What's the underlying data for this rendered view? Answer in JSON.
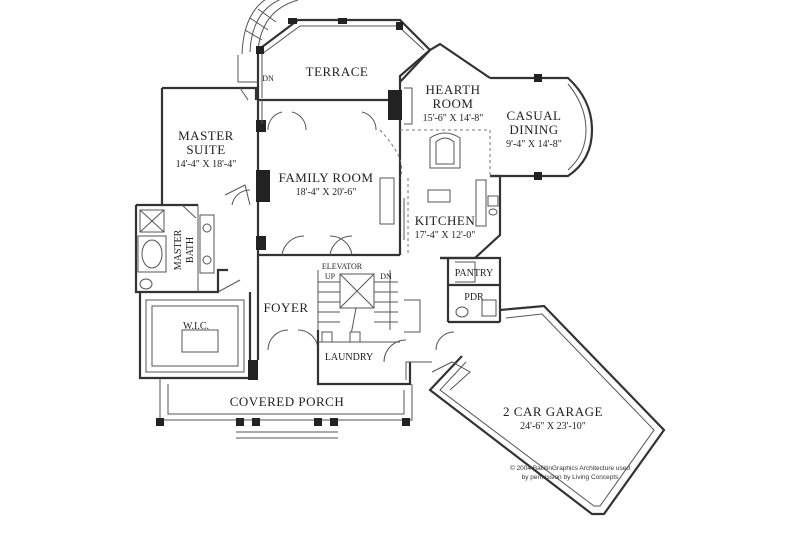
{
  "plan": {
    "rooms": {
      "terrace": {
        "name": "TERRACE"
      },
      "hearth_room": {
        "name_line1": "HEARTH",
        "name_line2": "ROOM",
        "dims": "15'-6\" X 14'-8\""
      },
      "casual_dining": {
        "name_line1": "CASUAL",
        "name_line2": "DINING",
        "dims": "9'-4\" X 14'-8\""
      },
      "master_suite": {
        "name_line1": "MASTER",
        "name_line2": "SUITE",
        "dims": "14'-4\" X 18'-4\""
      },
      "family_room": {
        "name": "FAMILY ROOM",
        "dims": "18'-4\" X 20'-6\""
      },
      "kitchen": {
        "name": "KITCHEN",
        "dims": "17'-4\" X 12'-0\""
      },
      "master_bath": {
        "name_line1": "MASTER",
        "name_line2": "BATH"
      },
      "pantry": {
        "name": "PANTRY"
      },
      "pdr": {
        "name": "PDR"
      },
      "foyer": {
        "name": "FOYER"
      },
      "wic": {
        "name": "W.I.C."
      },
      "laundry": {
        "name": "LAUNDRY"
      },
      "covered_porch": {
        "name": "COVERED PORCH"
      },
      "garage": {
        "name": "2 CAR GARAGE",
        "dims": "24'-6\" X 23'-10\""
      }
    },
    "markers": {
      "dn_terrace": "DN",
      "elevator": "ELEVATOR",
      "stair_up": "UP",
      "stair_dn": "DN"
    },
    "copyright": {
      "line1": "© 2004 BallitinGraphics Architecture used",
      "line2": "by permission by Living Concepts"
    }
  }
}
